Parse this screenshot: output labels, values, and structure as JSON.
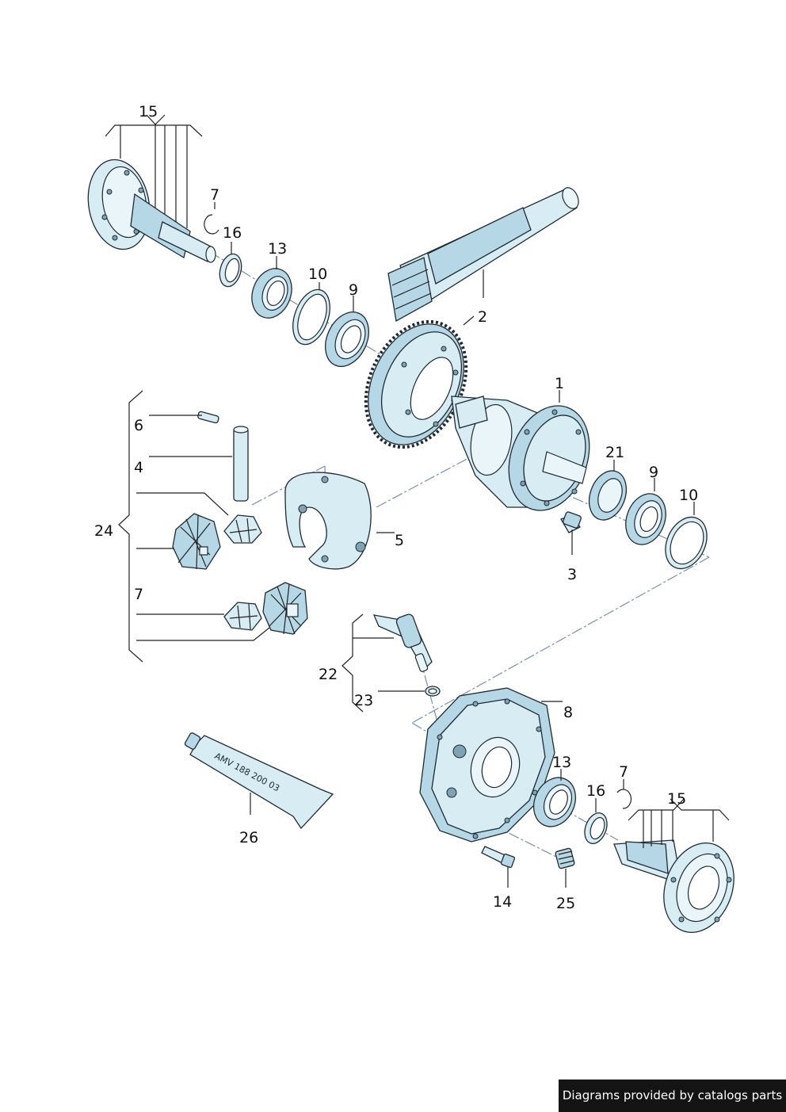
{
  "callouts": {
    "c1": "1",
    "c2": "2",
    "c3": "3",
    "c4": "4",
    "c5": "5",
    "c6": "6",
    "c7a": "7",
    "c7b": "7",
    "c7c": "7",
    "c8": "8",
    "c9a": "9",
    "c9b": "9",
    "c10a": "10",
    "c10b": "10",
    "c13a": "13",
    "c13b": "13",
    "c14": "14",
    "c15a": "15",
    "c15b": "15",
    "c16a": "16",
    "c16b": "16",
    "c21": "21",
    "c22": "22",
    "c23": "23",
    "c24": "24",
    "c25": "25",
    "c26": "26"
  },
  "tube_text": "AMV 188 200 03",
  "credit": "Diagrams provided by catalogs parts"
}
